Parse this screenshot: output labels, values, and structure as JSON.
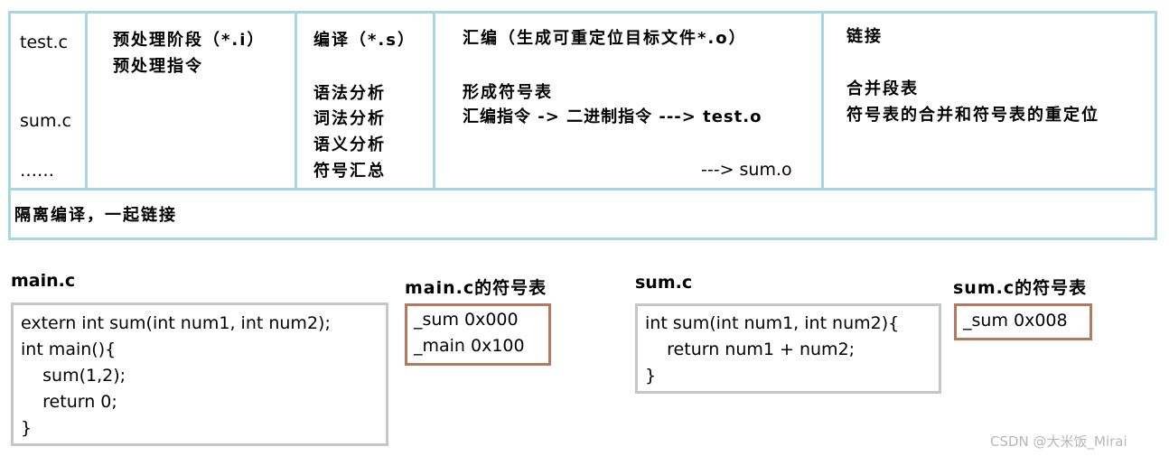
{
  "table": {
    "files": {
      "test": "test.c",
      "sum": "sum.c",
      "more": "……"
    },
    "preprocess": {
      "title": "预处理阶段（*.i）",
      "item": "预处理指令"
    },
    "compile": {
      "title": "编译（*.s）",
      "items": [
        "语法分析",
        "词法分析",
        "语义分析",
        "符号汇总"
      ]
    },
    "assemble": {
      "title": "汇编（生成可重定位目标文件*.o）",
      "line1": "形成符号表",
      "line2": "汇编指令 -> 二进制指令 ---> test.o",
      "line3": "---> sum.o"
    },
    "link": {
      "title": "链接",
      "line1": "合并段表",
      "line2": "符号表的合并和符号表的重定位"
    },
    "footer": "隔离编译，一起链接"
  },
  "main_file": {
    "title": "main.c",
    "code": [
      "extern int sum(int num1, int num2);",
      "int main(){",
      "    sum(1,2);",
      "    return 0;",
      "}"
    ]
  },
  "main_symbols": {
    "title": "main.c的符号表",
    "entries": [
      "_sum 0x000",
      "_main 0x100"
    ]
  },
  "sum_file": {
    "title": "sum.c",
    "code": [
      "int sum(int num1, int num2){",
      "    return num1 + num2;",
      "}"
    ]
  },
  "sum_symbols": {
    "title": "sum.c的符号表",
    "entries": [
      "_sum 0x008"
    ]
  },
  "watermark": "CSDN @大米饭_Mirai",
  "colors": {
    "table_border": "#a7d8e2",
    "code_border": "#c6c6c6",
    "symbol_border": "#b4795f"
  }
}
